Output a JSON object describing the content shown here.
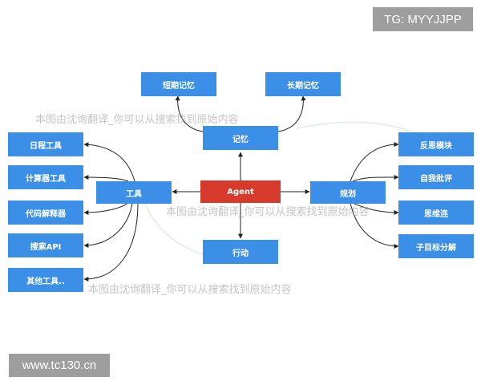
{
  "colors": {
    "node": "#3b8fe6",
    "center": "#d63a2a",
    "edge": "#222222",
    "curve": "#e2ece2"
  },
  "badges": {
    "top_right": "TG: MYYJJPP",
    "bottom_left": "www.tc130.cn"
  },
  "watermark_text": "本图由沈询翻译_你可以从搜索找到原始内容",
  "nodes": {
    "agent": "Agent",
    "memory": "记忆",
    "short_memory": "短期记忆",
    "long_memory": "长期记忆",
    "tools": "工具",
    "plan": "规划",
    "action": "行动",
    "tool_items": [
      "日程工具",
      "计算器工具",
      "代码解释器",
      "搜索API",
      "其他工具.."
    ],
    "plan_items": [
      "反思模块",
      "自我批评",
      "思维连",
      "子目标分解"
    ]
  }
}
